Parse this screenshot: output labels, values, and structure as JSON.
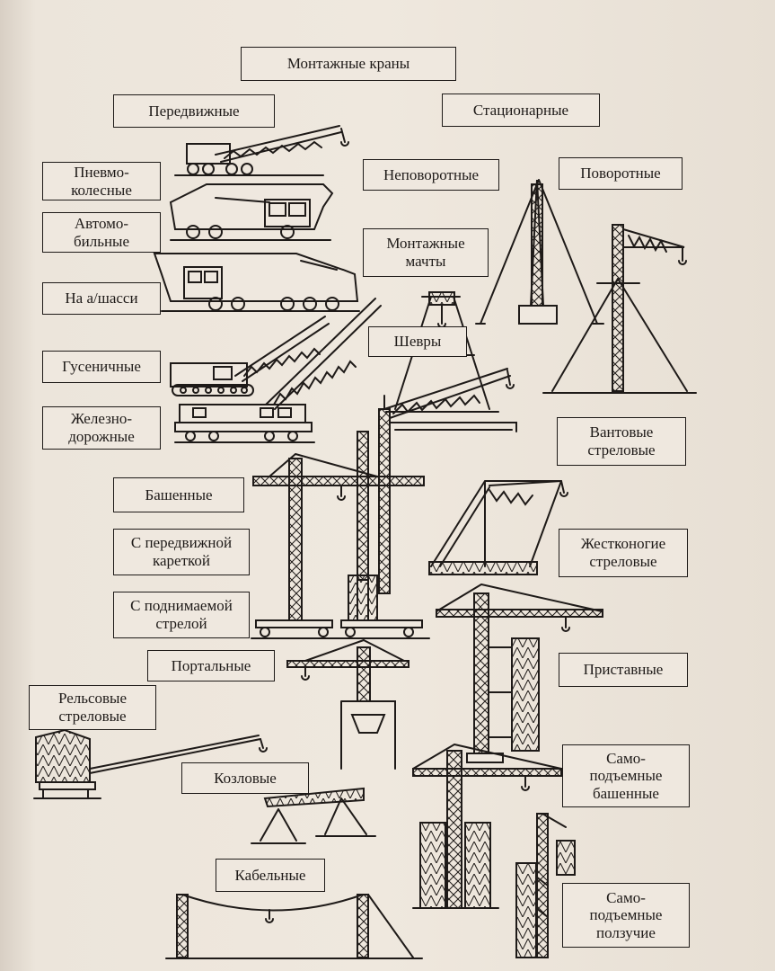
{
  "labels": {
    "root": "Монтажные краны",
    "mobile": "Передвижные",
    "stationary": "Стационарные",
    "pneumatic": "Пневмо-\nколесные",
    "automobile": "Автомо-\nбильные",
    "chassis": "На а/шасси",
    "crawler": "Гусеничные",
    "railway": "Железно-\nдорожные",
    "non_rotating": "Неповоротные",
    "rotating": "Поворотные",
    "masts": "Монтажные\nмачты",
    "derricks": "Шевры",
    "guyed_boom": "Вантовые\nстреловые",
    "tower": "Башенные",
    "trolley": "С передвижной\nкареткой",
    "luffing": "С поднимаемой\nстрелой",
    "stiff_leg": "Жестконогие\nстреловые",
    "portal": "Портальные",
    "attached": "Приставные",
    "rail_boom": "Рельсовые\nстреловые",
    "gantry": "Козловые",
    "self_raising_tower": "Само-\nподъемные\nбашенные",
    "cable": "Кабельные",
    "self_raising_climbing": "Само-\nподъемные\nползучие"
  },
  "icons": [
    "pneumatic-crane-icon",
    "truck-crane-icon",
    "chassis-crane-icon",
    "crawler-crane-icon",
    "railway-crane-icon",
    "mast-icon",
    "rotating-mast-icon",
    "derrick-icon",
    "guyed-boom-crane-icon",
    "tower-crane-trolley-icon",
    "tower-crane-luffing-icon",
    "stiff-leg-crane-icon",
    "portal-crane-icon",
    "attached-tower-crane-icon",
    "rail-boom-crane-icon",
    "gantry-crane-icon",
    "self-raising-tower-icon",
    "climbing-crane-icon",
    "cable-crane-icon"
  ]
}
